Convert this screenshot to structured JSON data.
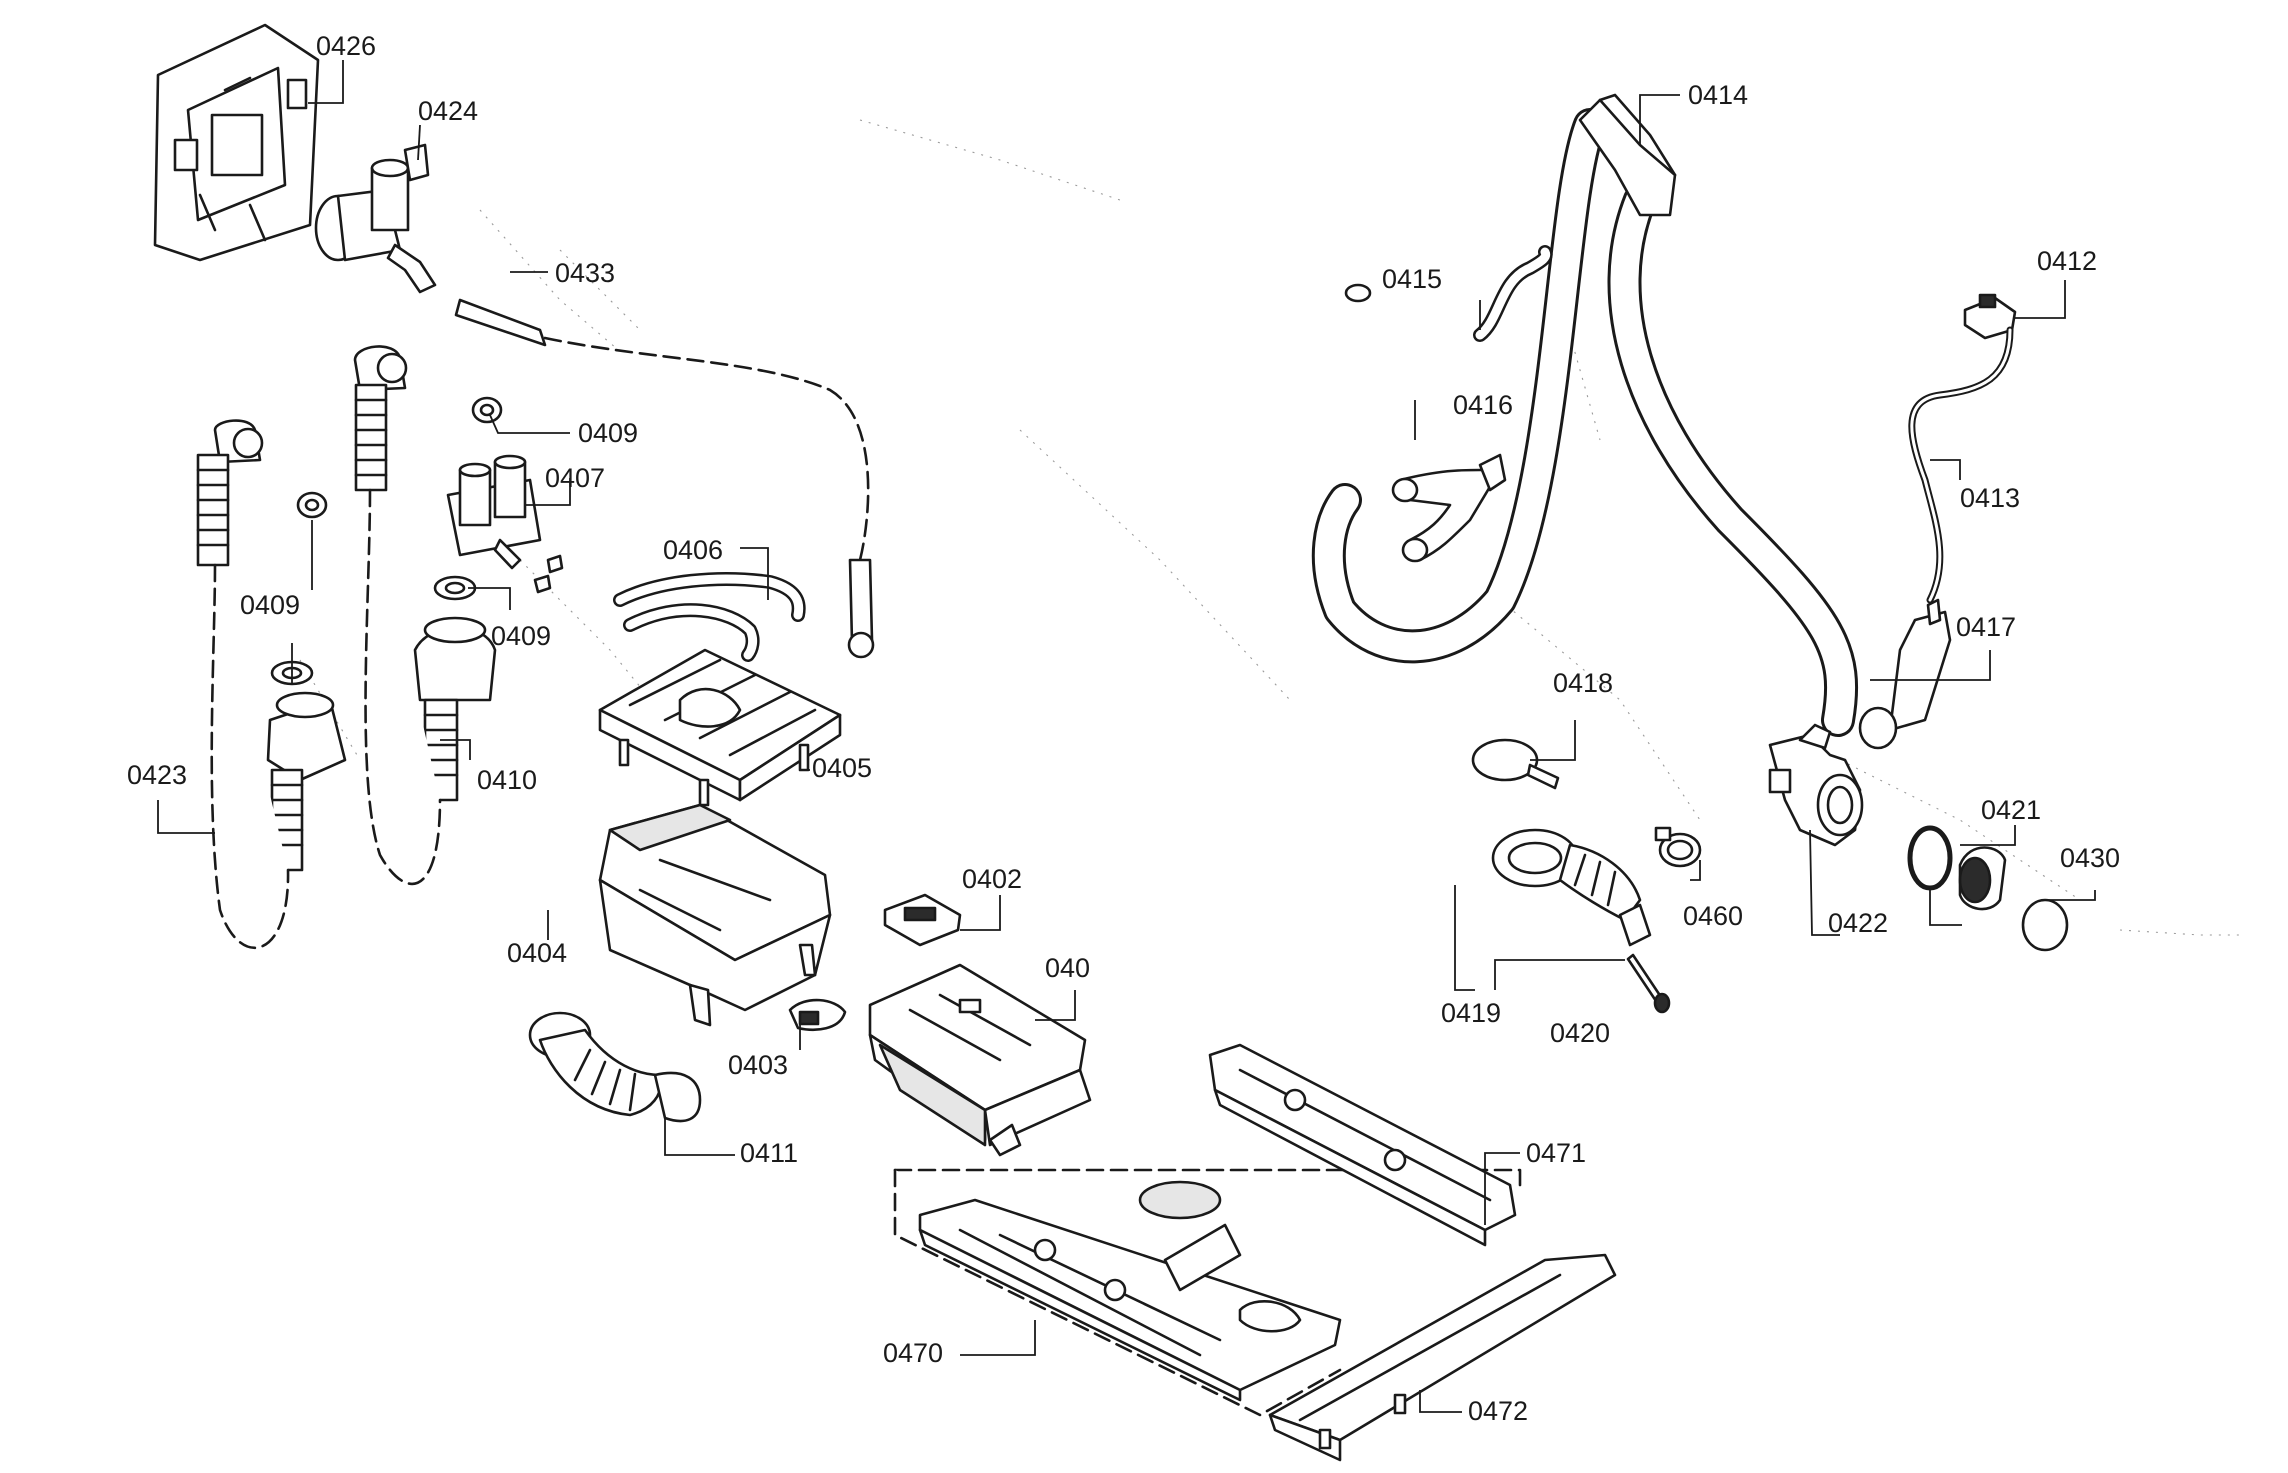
{
  "labels": {
    "p0426": "0426",
    "p0424": "0424",
    "p0433": "0433",
    "p0409a": "0409",
    "p0409b": "0409",
    "p0409c": "0409",
    "p0407": "0407",
    "p0406": "0406",
    "p0423": "0423",
    "p0410": "0410",
    "p0405": "0405",
    "p0404": "0404",
    "p0402": "0402",
    "p040": "040",
    "p0403": "0403",
    "p0411": "0411",
    "p0470": "0470",
    "p0471": "0471",
    "p0472": "0472",
    "p0414": "0414",
    "p0415": "0415",
    "p0416": "0416",
    "p0412": "0412",
    "p0413": "0413",
    "p0417": "0417",
    "p0418": "0418",
    "p0421": "0421",
    "p0430": "0430",
    "p0460": "0460",
    "p0422": "0422",
    "p0419": "0419",
    "p0420": "0420"
  }
}
